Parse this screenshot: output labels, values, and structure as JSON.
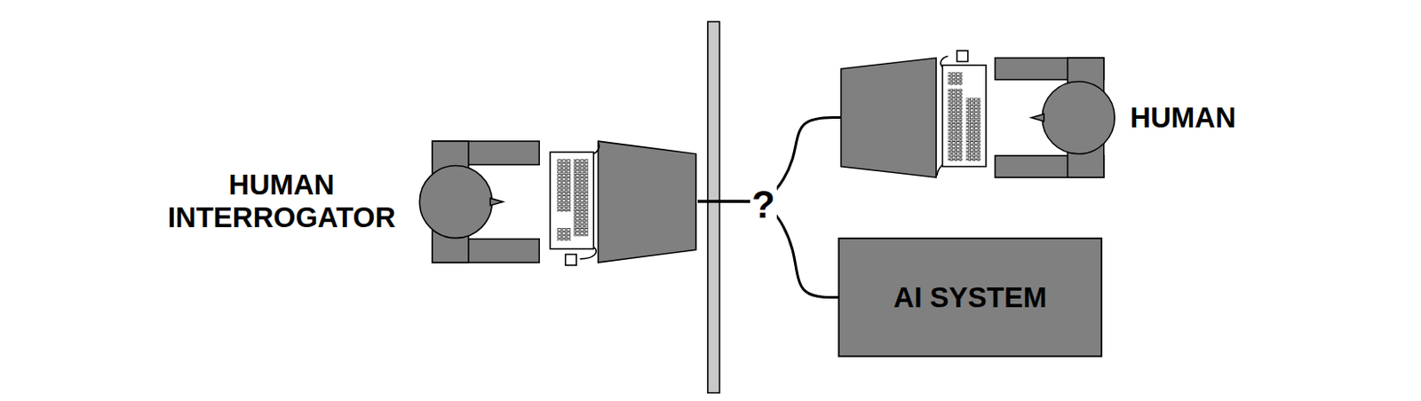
{
  "diagram": {
    "nodes": [
      {
        "text": [
          "HUMAN INTERROGATOR"
        ]
      },
      {
        "text": [
          "HUMAN"
        ]
      },
      {
        "text": [
          "AI SYSTEM"
        ]
      }
    ],
    "edges": [
      {
        "from": 0,
        "to": 1,
        "arrow": "none"
      },
      {
        "from": 0,
        "to": 2,
        "arrow": "none"
      }
    ],
    "labels": [
      "?"
    ]
  }
}
